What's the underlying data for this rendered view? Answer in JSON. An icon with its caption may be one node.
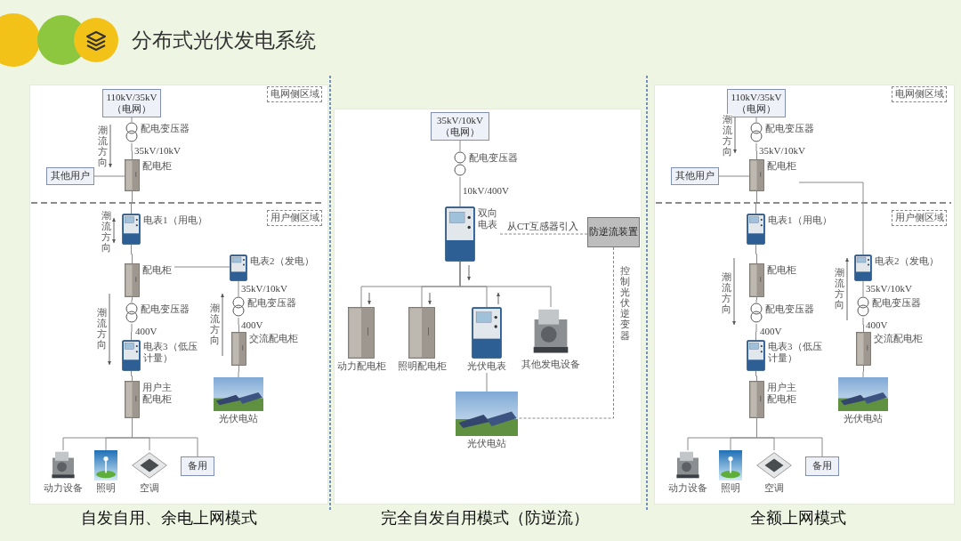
{
  "diagram": {
    "title": "分布式光伏发电系统",
    "nodes": [
      {
        "text": [
          "110kV/35kV （电网）"
        ]
      },
      {
        "text": [],
        "shape": "circle",
        "beside": [
          "配电变压器"
        ]
      },
      {
        "text": [],
        "shape": "picture",
        "beside": [
          "配电柜"
        ]
      },
      {
        "text": [
          "其他用户"
        ]
      },
      {
        "text": [
          "电网侧区域"
        ]
      },
      {
        "text": [
          "用户侧区域"
        ]
      },
      {
        "text": [],
        "shape": "picture",
        "beside": [
          "电表1（用电）"
        ]
      },
      {
        "text": [],
        "shape": "picture",
        "beside": [
          "配电柜"
        ]
      },
      {
        "text": [],
        "shape": "circle",
        "beside": [
          "配电变压器"
        ]
      },
      {
        "text": [],
        "shape": "picture",
        "beside": [
          "电表3（低压计量）"
        ]
      },
      {
        "text": [],
        "shape": "picture",
        "beside": [
          "用户主配电柜"
        ]
      },
      {
        "text": [],
        "shape": "picture",
        "beside": [
          "动力设备"
        ]
      },
      {
        "text": [],
        "shape": "picture",
        "beside": [
          "照明"
        ]
      },
      {
        "text": [],
        "shape": "picture",
        "beside": [
          "空调"
        ]
      },
      {
        "text": [
          "备用"
        ]
      },
      {
        "text": [],
        "shape": "picture",
        "beside": [
          "电表2（发电）"
        ]
      },
      {
        "text": [],
        "shape": "circle",
        "beside": [
          "配电变压器"
        ]
      },
      {
        "text": [],
        "shape": "picture",
        "beside": [
          "交流配电柜"
        ]
      },
      {
        "text": [],
        "shape": "picture",
        "beside": [
          "光伏电站"
        ]
      },
      {
        "text": [
          "35kV/10kV （电网）"
        ]
      },
      {
        "text": [],
        "shape": "circle",
        "beside": [
          "配电变压器"
        ]
      },
      {
        "text": [],
        "shape": "picture",
        "beside": [
          "双向电表"
        ]
      },
      {
        "text": [
          "防逆流装置"
        ]
      },
      {
        "text": [],
        "shape": "picture",
        "beside": [
          "动力配电柜"
        ]
      },
      {
        "text": [],
        "shape": "picture",
        "beside": [
          "照明配电柜"
        ]
      },
      {
        "text": [],
        "shape": "picture",
        "beside": [
          "光伏电表"
        ]
      },
      {
        "text": [],
        "shape": "picture",
        "beside": [
          "其他发电设备"
        ]
      },
      {
        "text": [],
        "shape": "picture",
        "beside": [
          "光伏电站"
        ]
      },
      {
        "text": [
          "110kV/35kV （电网）"
        ]
      },
      {
        "text": [],
        "shape": "circle",
        "beside": [
          "配电变压器"
        ]
      },
      {
        "text": [],
        "shape": "picture",
        "beside": [
          "配电柜"
        ]
      },
      {
        "text": [
          "其他用户"
        ]
      },
      {
        "text": [
          "电网侧区域"
        ]
      },
      {
        "text": [
          "用户侧区域"
        ]
      },
      {
        "text": [],
        "shape": "picture",
        "beside": [
          "电表1（用电）"
        ]
      },
      {
        "text": [],
        "shape": "picture",
        "beside": [
          "配电柜"
        ]
      },
      {
        "text": [],
        "shape": "circle",
        "beside": [
          "配电变压器"
        ]
      },
      {
        "text": [],
        "shape": "picture",
        "beside": [
          "电表3（低压计量）"
        ]
      },
      {
        "text": [],
        "shape": "picture",
        "beside": [
          "用户主配电柜"
        ]
      },
      {
        "text": [],
        "shape": "picture",
        "beside": [
          "动力设备"
        ]
      },
      {
        "text": [],
        "shape": "picture",
        "beside": [
          "照明"
        ]
      },
      {
        "text": [],
        "shape": "picture",
        "beside": [
          "空调"
        ]
      },
      {
        "text": [
          "备用"
        ]
      },
      {
        "text": [],
        "shape": "picture",
        "beside": [
          "电表2（发电）"
        ]
      },
      {
        "text": [],
        "shape": "circle",
        "beside": [
          "配电变压器"
        ]
      },
      {
        "text": [],
        "shape": "picture",
        "beside": [
          "交流配电柜"
        ]
      },
      {
        "text": [],
        "shape": "picture",
        "beside": [
          "光伏电站"
        ]
      }
    ],
    "edges": [
      {
        "from": 0,
        "to": 1,
        "arrow": "none"
      },
      {
        "from": 1,
        "to": 2,
        "arrow": "none",
        "label": "35kV/10kV"
      },
      {
        "from": 2,
        "to": 3,
        "arrow": "none"
      },
      {
        "from": 2,
        "to": 6,
        "arrow": "none"
      },
      {
        "from": 6,
        "to": 7,
        "arrow": "none"
      },
      {
        "from": 7,
        "to": 8,
        "arrow": "none"
      },
      {
        "from": 8,
        "to": 9,
        "arrow": "none",
        "label": "400V"
      },
      {
        "from": 9,
        "to": 10,
        "arrow": "none"
      },
      {
        "from": 10,
        "to": 11,
        "arrow": "none"
      },
      {
        "from": 10,
        "to": 12,
        "arrow": "none"
      },
      {
        "from": 10,
        "to": 13,
        "arrow": "none"
      },
      {
        "from": 10,
        "to": 14,
        "arrow": "none"
      },
      {
        "from": 7,
        "to": 15,
        "arrow": "none"
      },
      {
        "from": 15,
        "to": 16,
        "arrow": "none",
        "label": "35kV/10kV"
      },
      {
        "from": 16,
        "to": 17,
        "arrow": "none",
        "label": "400V"
      },
      {
        "from": 17,
        "to": 18,
        "arrow": "none"
      },
      {
        "from": 19,
        "to": 20,
        "arrow": "none"
      },
      {
        "from": 20,
        "to": 21,
        "arrow": "none",
        "label": "10kV/400V"
      },
      {
        "from": 21,
        "to": 23,
        "arrow": "none"
      },
      {
        "from": 21,
        "to": 24,
        "arrow": "none"
      },
      {
        "from": 21,
        "to": 25,
        "arrow": "none"
      },
      {
        "from": 21,
        "to": 26,
        "arrow": "none"
      },
      {
        "from": 25,
        "to": 27,
        "arrow": "none"
      },
      {
        "from": 22,
        "to": 21,
        "arrow": "none",
        "label": "从CT互感器引入",
        "style": "dashed"
      },
      {
        "from": 22,
        "to": 27,
        "arrow": "none",
        "label": "控制光伏逆变器",
        "style": "dashed"
      },
      {
        "from": 28,
        "to": 29,
        "arrow": "none"
      },
      {
        "from": 29,
        "to": 30,
        "arrow": "none",
        "label": "35kV/10kV"
      },
      {
        "from": 30,
        "to": 31,
        "arrow": "none"
      },
      {
        "from": 30,
        "to": 34,
        "arrow": "none"
      },
      {
        "from": 34,
        "to": 35,
        "arrow": "none"
      },
      {
        "from": 35,
        "to": 36,
        "arrow": "none"
      },
      {
        "from": 36,
        "to": 37,
        "arrow": "none",
        "label": "400V"
      },
      {
        "from": 37,
        "to": 38,
        "arrow": "none"
      },
      {
        "from": 38,
        "to": 39,
        "arrow": "none"
      },
      {
        "from": 38,
        "to": 40,
        "arrow": "none"
      },
      {
        "from": 38,
        "to": 41,
        "arrow": "none"
      },
      {
        "from": 38,
        "to": 42,
        "arrow": "none"
      },
      {
        "from": 30,
        "to": 43,
        "arrow": "none"
      },
      {
        "from": 43,
        "to": 44,
        "arrow": "none",
        "label": "35kV/10kV"
      },
      {
        "from": 44,
        "to": 45,
        "arrow": "none",
        "label": "400V"
      },
      {
        "from": 45,
        "to": 46,
        "arrow": "none"
      }
    ],
    "labels": [
      "潮流方向",
      "潮流方向",
      "潮流方向",
      "潮流方向",
      "自发自用、余电上网模式",
      "完全自发自用模式（防逆流）",
      "潮流方向",
      "潮流方向",
      "潮流方向",
      "全额上网模式"
    ]
  }
}
